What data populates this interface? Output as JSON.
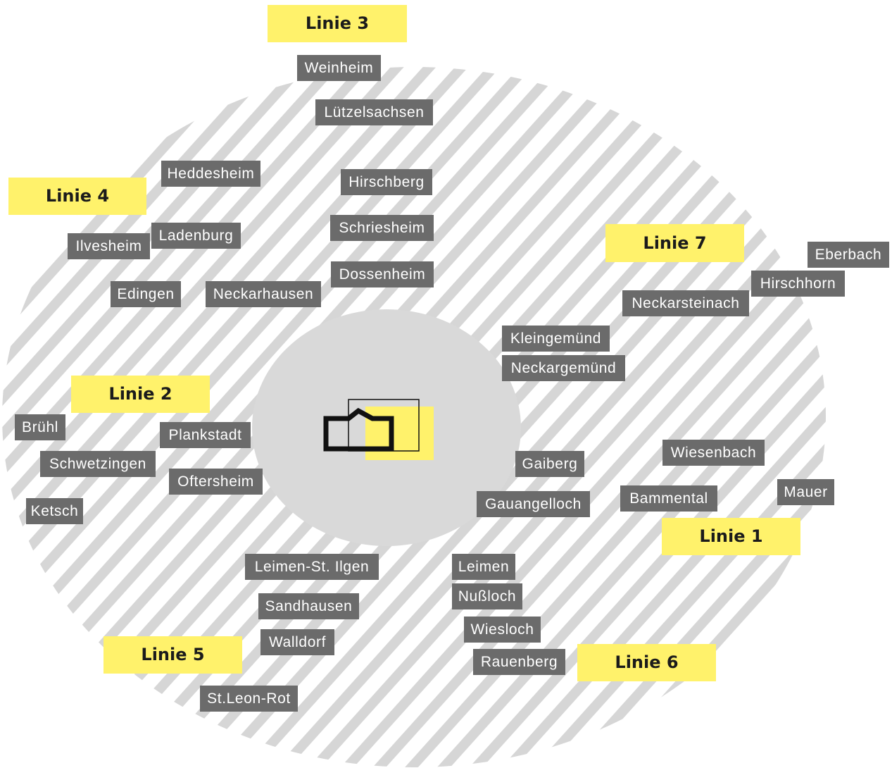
{
  "line_labels": [
    "Linie 1",
    "Linie 2",
    "Linie 3",
    "Linie 4",
    "Linie 5",
    "Linie 6",
    "Linie 7"
  ],
  "places": [
    "Weinheim",
    "Lützelsachsen",
    "Heddesheim",
    "Hirschberg",
    "Schriesheim",
    "Ladenburg",
    "Ilvesheim",
    "Dossenheim",
    "Edingen",
    "Neckarhausen",
    "Eberbach",
    "Hirschhorn",
    "Neckarsteinach",
    "Kleingemünd",
    "Neckargemünd",
    "Brühl",
    "Plankstadt",
    "Schwetzingen",
    "Oftersheim",
    "Ketsch",
    "Gaiberg",
    "Wiesenbach",
    "Mauer",
    "Bammental",
    "Gauangelloch",
    "Leimen-St. Ilgen",
    "Leimen",
    "Nußloch",
    "Sandhausen",
    "Walldorf",
    "Wiesloch",
    "Rauenberg",
    "St.Leon-Rot"
  ],
  "icons": {
    "center": "building-logo-icon"
  },
  "colors": {
    "label-bg": "#6b6b6b",
    "label-text": "#ffffff",
    "line-bg": "#fff26b",
    "line-text": "#1b1b1b",
    "stripe": "#d6d6d6",
    "inner": "#d9d9d9",
    "logo": "#111111"
  }
}
